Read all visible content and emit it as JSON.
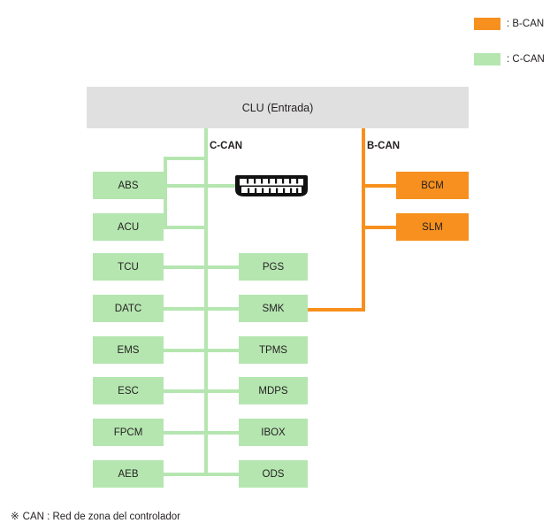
{
  "legend": {
    "items": [
      {
        "name": "b-can",
        "label": ": B-CAN",
        "color": "#f7901e"
      },
      {
        "name": "c-can",
        "label": ": C-CAN",
        "color": "#b5e6b0"
      }
    ]
  },
  "header": {
    "title": "CLU (Entrada)",
    "background": "#e0e0e0"
  },
  "buses": {
    "c_can": {
      "label": "C-CAN",
      "color": "#b5e6b0"
    },
    "b_can": {
      "label": "B-CAN",
      "color": "#f7901e"
    }
  },
  "connector": {
    "name": "obd-ii-connector",
    "pin_rows": 2,
    "pins_per_row": 8
  },
  "nodes": {
    "left_column": [
      {
        "label": "ABS",
        "bus": "C-CAN"
      },
      {
        "label": "ACU",
        "bus": "C-CAN"
      },
      {
        "label": "TCU",
        "bus": "C-CAN"
      },
      {
        "label": "DATC",
        "bus": "C-CAN"
      },
      {
        "label": "EMS",
        "bus": "C-CAN"
      },
      {
        "label": "ESC",
        "bus": "C-CAN"
      },
      {
        "label": "FPCM",
        "bus": "C-CAN"
      },
      {
        "label": "AEB",
        "bus": "C-CAN"
      }
    ],
    "middle_column": [
      {
        "label": "PGS",
        "bus": "C-CAN"
      },
      {
        "label": "SMK",
        "bus": "C-CAN"
      },
      {
        "label": "TPMS",
        "bus": "C-CAN"
      },
      {
        "label": "MDPS",
        "bus": "C-CAN"
      },
      {
        "label": "IBOX",
        "bus": "C-CAN"
      },
      {
        "label": "ODS",
        "bus": "C-CAN"
      }
    ],
    "right_column": [
      {
        "label": "BCM",
        "bus": "B-CAN"
      },
      {
        "label": "SLM",
        "bus": "B-CAN"
      }
    ]
  },
  "footnote": {
    "mark": "※",
    "text": "CAN : Red de zona del controlador"
  }
}
